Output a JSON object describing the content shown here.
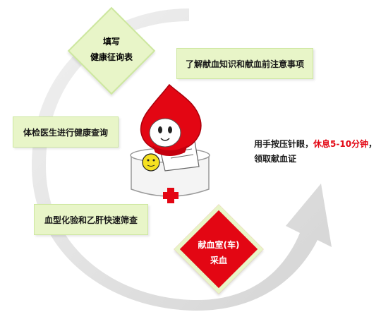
{
  "steps": {
    "fill_form": {
      "line1": "填写",
      "line2": "健康征询表"
    },
    "learn": "了解献血知识和献血前注意事项",
    "consult": "体检医生进行健康查询",
    "test": "血型化验和乙肝快速筛查",
    "collect": {
      "line1": "献血室(车)",
      "line2": "采血"
    }
  },
  "note": {
    "part1": "用手按压针眼，",
    "highlight": "休息5-10分钟",
    "part2": "，",
    "line2": "领取献血证"
  },
  "colors": {
    "box_fill": "#e8f5c8",
    "box_border": "#cde7a0",
    "accent_red": "#e30613",
    "arrow_gray": "#dcdcdc"
  }
}
